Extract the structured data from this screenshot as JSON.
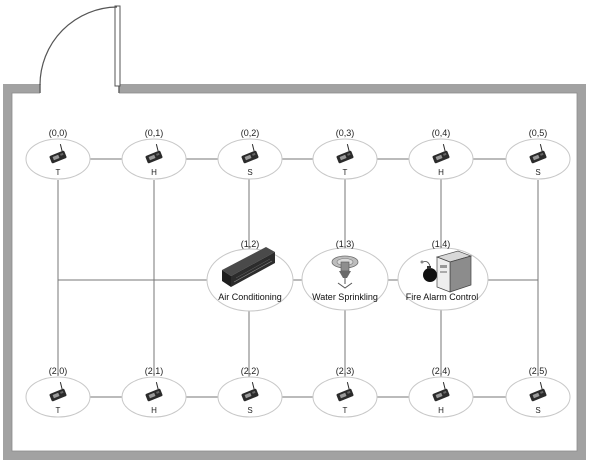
{
  "sensors": [
    {
      "coord": "(0,0)",
      "label": "T"
    },
    {
      "coord": "(0,1)",
      "label": "H"
    },
    {
      "coord": "(0,2)",
      "label": "S"
    },
    {
      "coord": "(0,3)",
      "label": "T"
    },
    {
      "coord": "(0,4)",
      "label": "H"
    },
    {
      "coord": "(0,5)",
      "label": "S"
    },
    {
      "coord": "(2,0)",
      "label": "T"
    },
    {
      "coord": "(2,1)",
      "label": "H"
    },
    {
      "coord": "(2,2)",
      "label": "S"
    },
    {
      "coord": "(2,3)",
      "label": "T"
    },
    {
      "coord": "(2,4)",
      "label": "H"
    },
    {
      "coord": "(2,5)",
      "label": "S"
    }
  ],
  "actuators": [
    {
      "coord": "(1,2)",
      "label": "Air Conditioning",
      "icon": "air-conditioner-icon"
    },
    {
      "coord": "(1,3)",
      "label": "Water Sprinkling",
      "icon": "sprinkler-icon"
    },
    {
      "coord": "(1,4)",
      "label": "Fire Alarm Control",
      "icon": "fire-alarm-control-icon"
    }
  ],
  "colors": {
    "wall": "#9a9a9a",
    "wall_inner": "#ffffff",
    "link": "#777777",
    "node_outline": "#c8c8c8",
    "device": "#2b2b2b"
  }
}
